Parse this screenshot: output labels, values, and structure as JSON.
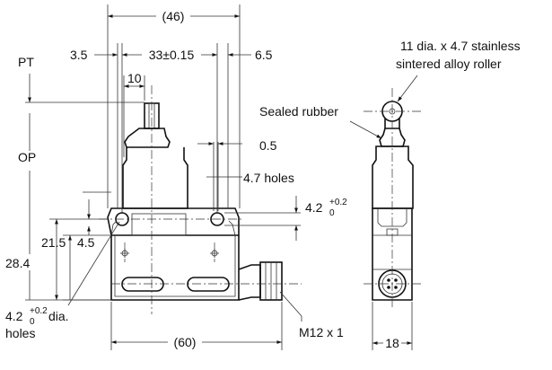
{
  "labels": {
    "pt": "PT",
    "op": "OP",
    "dim_46": "(46)",
    "dim_3_5": "3.5",
    "dim_33": "33±0.15",
    "dim_6_5": "6.5",
    "dim_10": "10",
    "dim_0_5": "0.5",
    "holes_4_7": "4.7 holes",
    "hole_dia_base": "4.2",
    "tol_upper": "+0.2",
    "tol_lower": "0",
    "dim_21_5": "21.5",
    "dim_4_5": "4.5",
    "dim_28_4": "28.4",
    "dim_60": "(60)",
    "dia_holes_line1_suffix": " dia.",
    "dia_holes_line2": "holes",
    "connector": "M12 x 1",
    "sealed_rubber": "Sealed rubber",
    "roller_line1": "11 dia. x 4.7 stainless",
    "roller_line2": "sintered alloy roller",
    "dim_18": "18"
  }
}
